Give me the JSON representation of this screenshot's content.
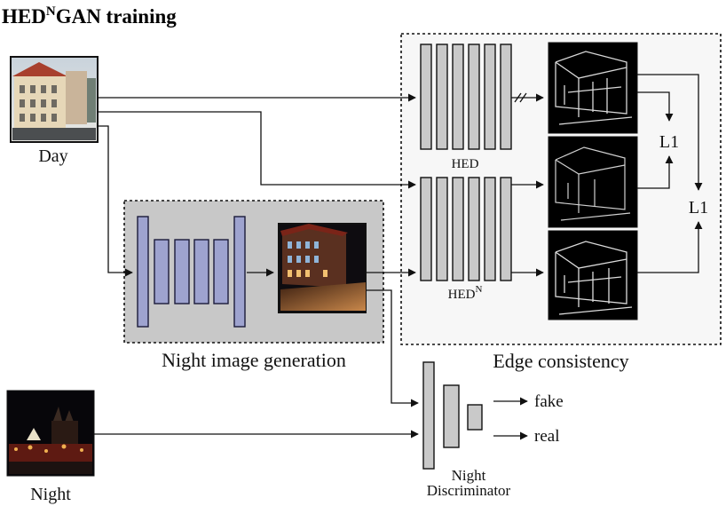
{
  "title": {
    "main": "HED",
    "superscript": "N",
    "rest": "GAN training"
  },
  "images": {
    "day": {
      "label": "Day"
    },
    "night": {
      "label": "Night"
    }
  },
  "regions": {
    "night_generation": {
      "label": "Night image generation"
    },
    "edge_consistency": {
      "label": "Edge consistency"
    }
  },
  "networks": {
    "hed": {
      "label": "HED"
    },
    "hedn": {
      "label": "HED",
      "superscript": "N"
    },
    "discriminator": {
      "label_line1": "Night",
      "label_line2": "Discriminator"
    }
  },
  "losses": {
    "l1_top": "L1",
    "l1_right": "L1"
  },
  "outputs": {
    "fake": "fake",
    "real": "real"
  },
  "colors": {
    "generator_fill": "#9ea3cf",
    "generator_stroke": "#1a1a3a",
    "hed_fill": "#c9c9c9",
    "region_gen_bg": "#c8c8c8",
    "region_edge_bg": "#f7f7f7"
  }
}
